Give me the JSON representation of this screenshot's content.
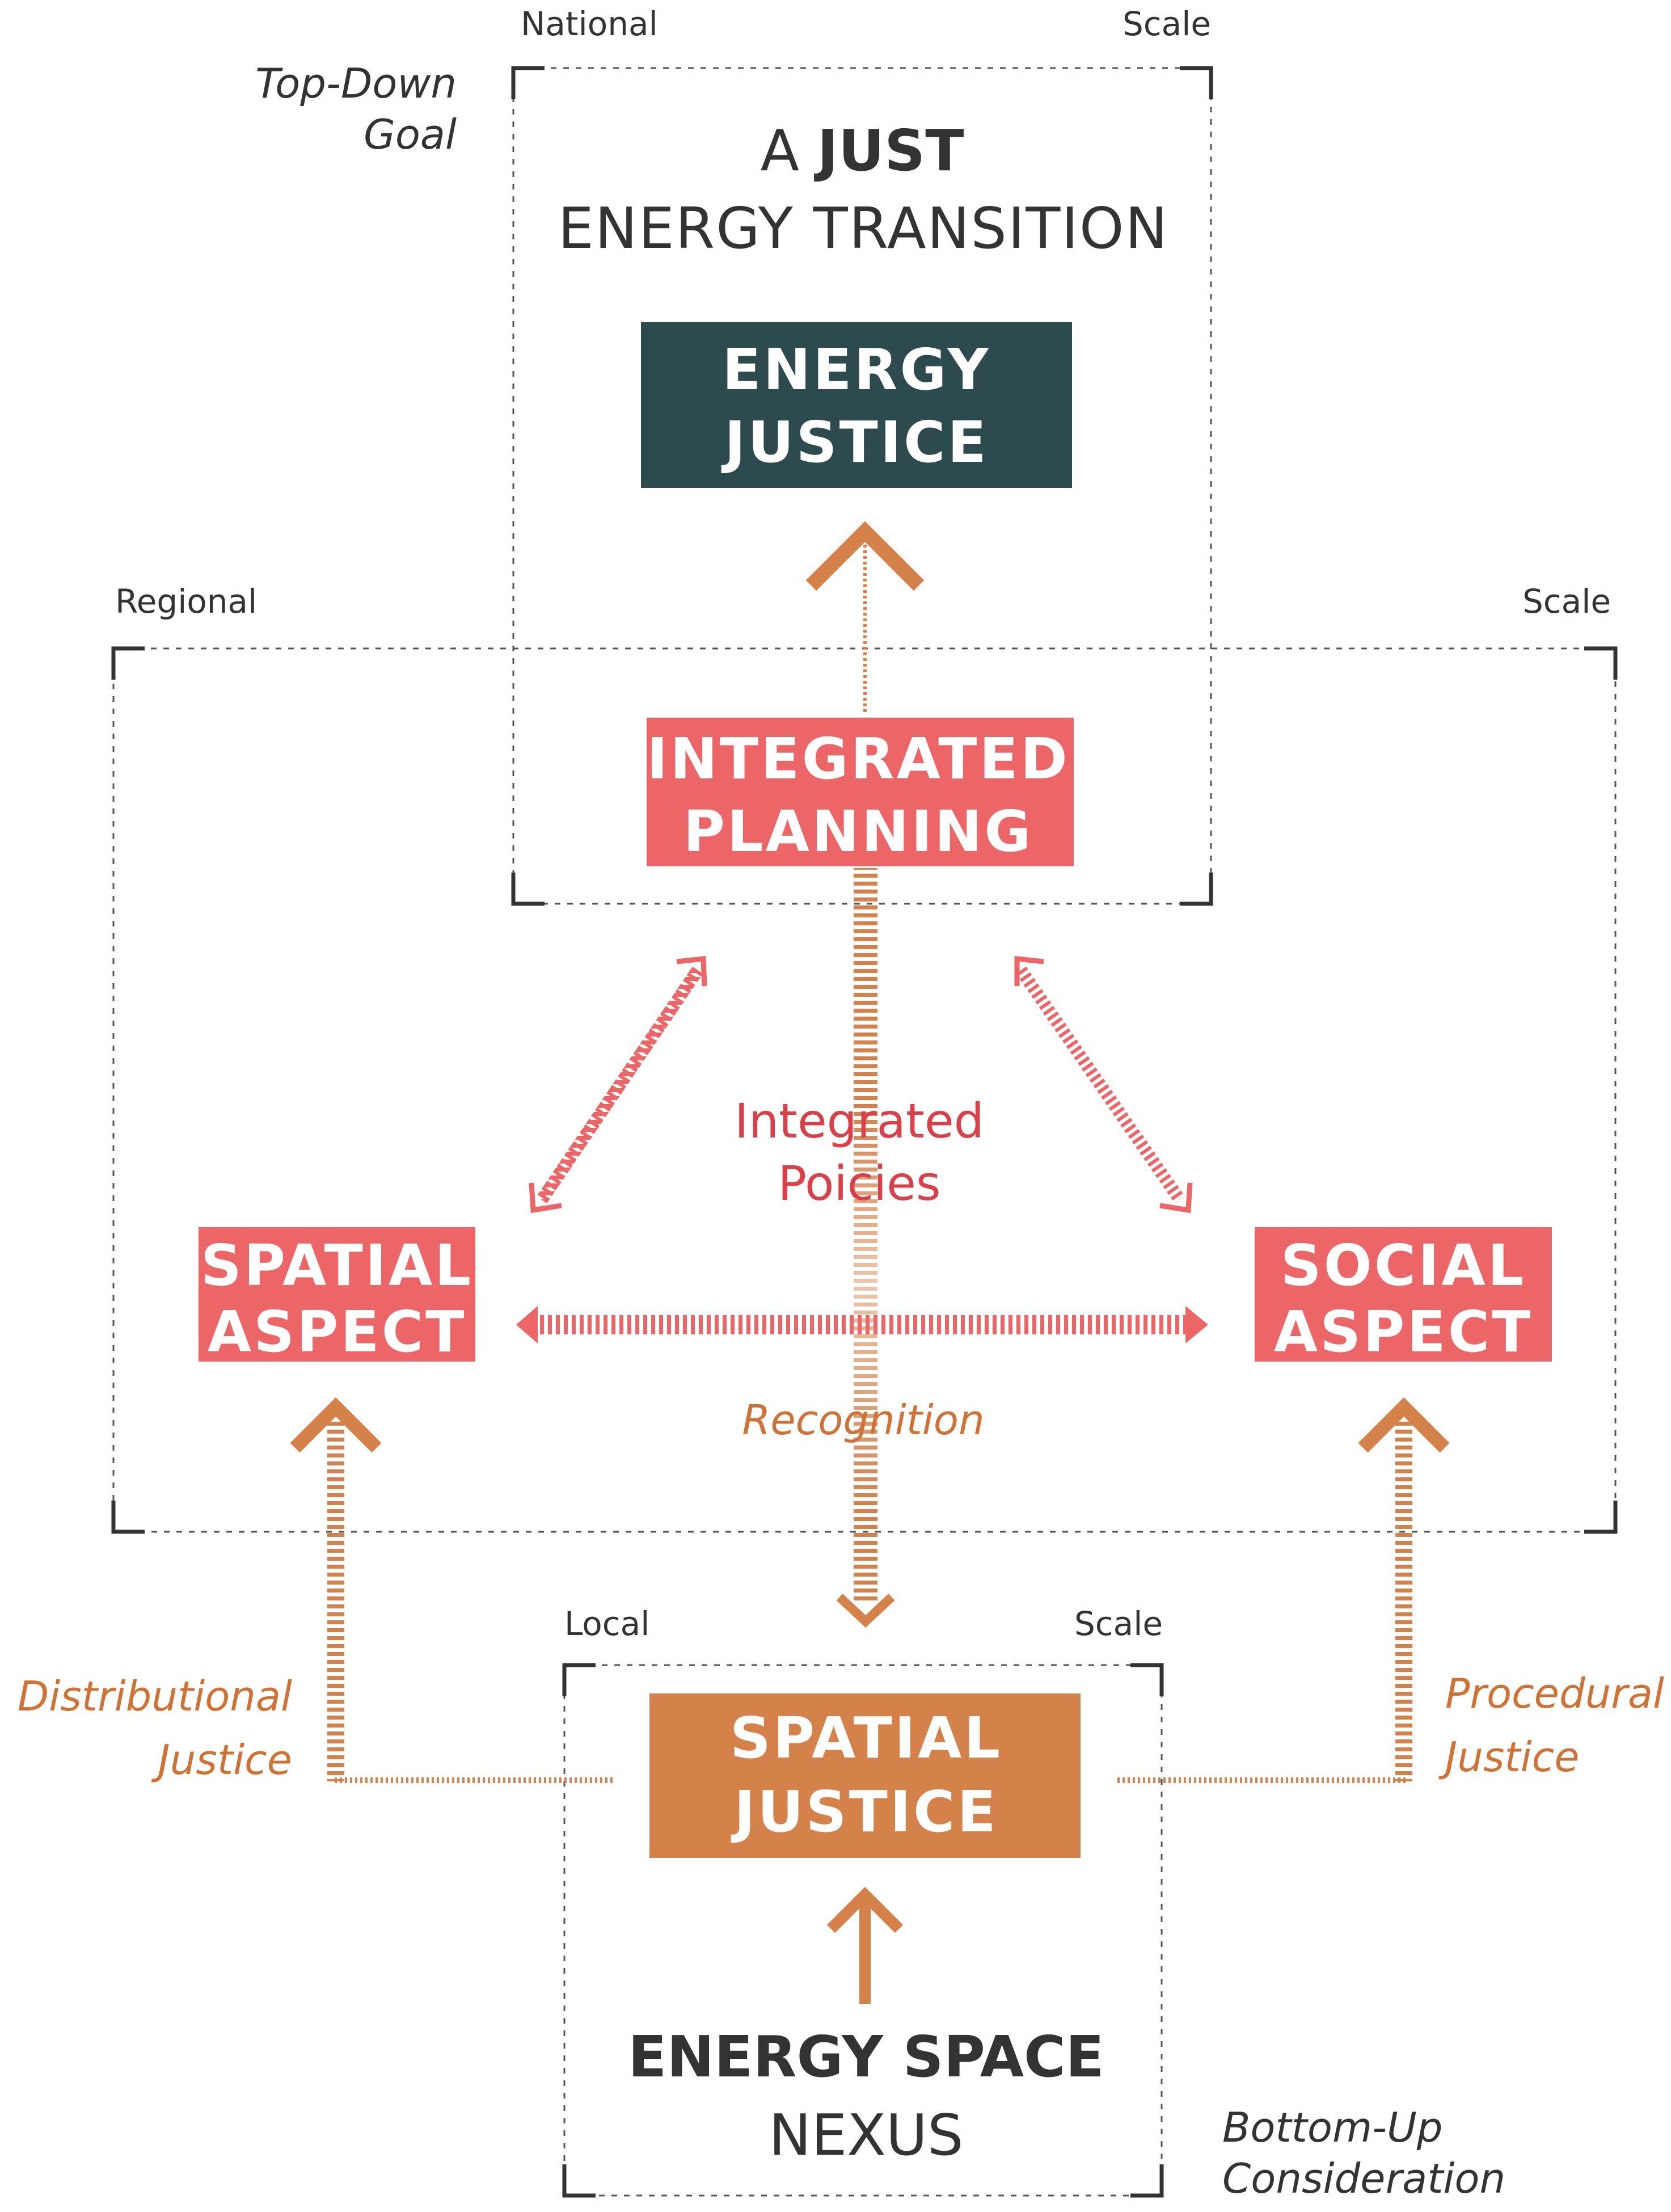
{
  "colors": {
    "dark_teal": "#2d4a4f",
    "coral": "#ec6667",
    "orange": "#d4814a",
    "text_dark": "#333333",
    "coral_text": "#d8404a",
    "orange_text": "#cf7235"
  },
  "scales": {
    "national": {
      "left": "National",
      "right": "Scale"
    },
    "regional": {
      "left": "Regional",
      "right": "Scale"
    },
    "local": {
      "left": "Local",
      "right": "Scale"
    }
  },
  "annotations": {
    "top_down": [
      "Top-Down",
      "Goal"
    ],
    "bottom_up": [
      "Bottom-Up",
      "Consideration"
    ],
    "distributional": [
      "Distributional",
      "Justice"
    ],
    "procedural": [
      "Procedural",
      "Justice"
    ],
    "integrated_policies": [
      "Integrated",
      "Poicies"
    ],
    "recognition": "Recognition"
  },
  "headline": {
    "prefix": "A",
    "emphasis": "JUST",
    "line2": "ENERGY TRANSITION"
  },
  "boxes": {
    "energy_justice": [
      "ENERGY",
      "JUSTICE"
    ],
    "integrated_planning": [
      "INTEGRATED",
      "PLANNING"
    ],
    "spatial_aspect": [
      "SPATIAL",
      "ASPECT"
    ],
    "social_aspect": [
      "SOCIAL",
      "ASPECT"
    ],
    "spatial_justice": [
      "SPATIAL",
      "JUSTICE"
    ]
  },
  "footer": {
    "line1": "ENERGY SPACE",
    "line2": "NEXUS"
  }
}
